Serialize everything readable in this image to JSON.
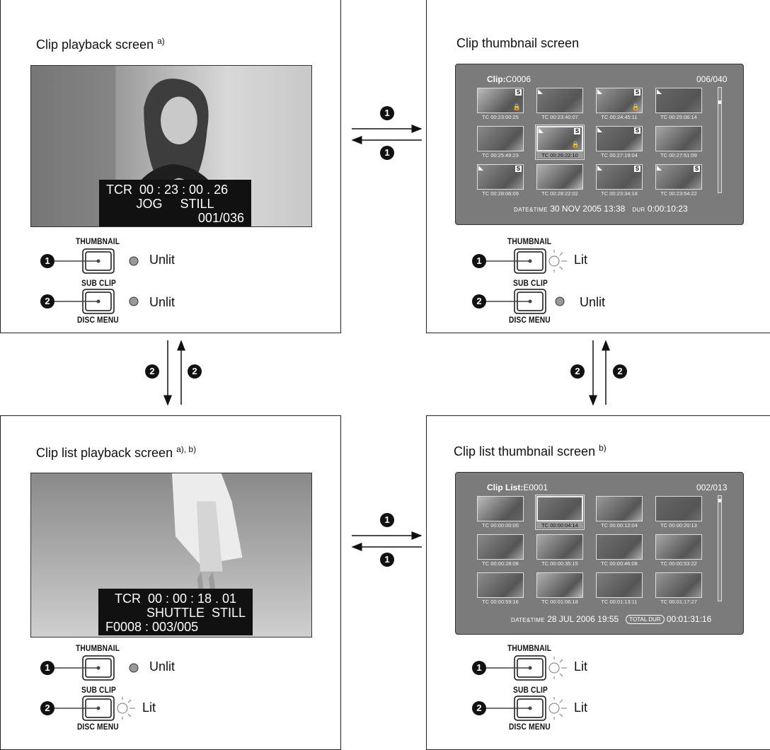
{
  "panels": {
    "clip_playback": {
      "title": "Clip playback screen",
      "note": "a)",
      "overlay": {
        "line1": "TCR  00 : 23 : 00 . 26",
        "line2": "JOG     STILL",
        "line3": "001/036"
      },
      "thumbnail_label": "THUMBNAIL",
      "thumbnail_state": "Unlit",
      "subclip_label": "SUB CLIP",
      "discmenu_label": "DISC MENU",
      "subclip_state": "Unlit"
    },
    "clip_thumbnail": {
      "title": "Clip thumbnail screen",
      "head_label": "Clip:",
      "head_value": "C0006",
      "count": "006/040",
      "thumbs": [
        {
          "tc": "TC 00:23:00:25",
          "s": true,
          "corner": false,
          "lock": true
        },
        {
          "tc": "TC 00:23:40:07",
          "s": false,
          "corner": true,
          "lock": false
        },
        {
          "tc": "TC 00:24:45:11",
          "s": true,
          "corner": true,
          "lock": true
        },
        {
          "tc": "TC 00:25:06:14",
          "s": false,
          "corner": true,
          "lock": false
        },
        {
          "tc": "TC 00:25:49:23",
          "s": false,
          "corner": false,
          "lock": false
        },
        {
          "tc": "TC 00:26:22:10",
          "s": true,
          "corner": true,
          "lock": true
        },
        {
          "tc": "TC 00:27:19:04",
          "s": true,
          "corner": true,
          "lock": false
        },
        {
          "tc": "TC 00:27:51:09",
          "s": false,
          "corner": false,
          "lock": false
        },
        {
          "tc": "TC 00:28:06:09",
          "s": true,
          "corner": true,
          "lock": false
        },
        {
          "tc": "TC 00:28:22:02",
          "s": false,
          "corner": false,
          "lock": false
        },
        {
          "tc": "TC 00:23:34:18",
          "s": true,
          "corner": true,
          "lock": false
        },
        {
          "tc": "TC 00:23:54:22",
          "s": true,
          "corner": true,
          "lock": false
        }
      ],
      "footer_datetime_label": "DATE&TIME",
      "footer_datetime": "30 NOV   2005 13:38",
      "footer_dur_label": "DUR",
      "footer_dur": "0:00:10:23",
      "thumbnail_label": "THUMBNAIL",
      "thumbnail_state": "Lit",
      "subclip_label": "SUB CLIP",
      "discmenu_label": "DISC MENU",
      "subclip_state": "Unlit"
    },
    "cliplist_playback": {
      "title": "Clip list playback screen",
      "note": "a), b)",
      "overlay": {
        "line1": "TCR  00 : 00 : 18 . 01",
        "line2": "SHUTTLE  STILL",
        "line3": "F0008 : 003/005"
      },
      "thumbnail_label": "THUMBNAIL",
      "thumbnail_state": "Unlit",
      "subclip_label": "SUB CLIP",
      "discmenu_label": "DISC MENU",
      "subclip_state": "Lit"
    },
    "cliplist_thumbnail": {
      "title": "Clip list thumbnail screen",
      "note": "b)",
      "head_label": "Clip List:",
      "head_value": "E0001",
      "count": "002/013",
      "thumbs": [
        {
          "tc": "TC 00:00:00:00"
        },
        {
          "tc": "TC 00:00:04:14"
        },
        {
          "tc": "TC 00:00:12:04"
        },
        {
          "tc": "TC 00:00:20:13"
        },
        {
          "tc": "TC 00:00:28:08"
        },
        {
          "tc": "TC 00:00:35:15"
        },
        {
          "tc": "TC 00:00:46:08"
        },
        {
          "tc": "TC 00:00:53:22"
        },
        {
          "tc": "TC 00:00:59:16"
        },
        {
          "tc": "TC 00:01:06:18"
        },
        {
          "tc": "TC 00:01:13:11"
        },
        {
          "tc": "TC 00:01:17:27"
        }
      ],
      "footer_datetime_label": "DATE&TIME",
      "footer_datetime": "28 JUL   2006 19:55",
      "footer_dur_label": "TOTAL DUR",
      "footer_dur": "00:01:31:16",
      "thumbnail_label": "THUMBNAIL",
      "thumbnail_state": "Lit",
      "subclip_label": "SUB CLIP",
      "discmenu_label": "DISC MENU",
      "subclip_state": "Lit"
    }
  },
  "transition_numbers": {
    "one": "1",
    "two": "2"
  }
}
